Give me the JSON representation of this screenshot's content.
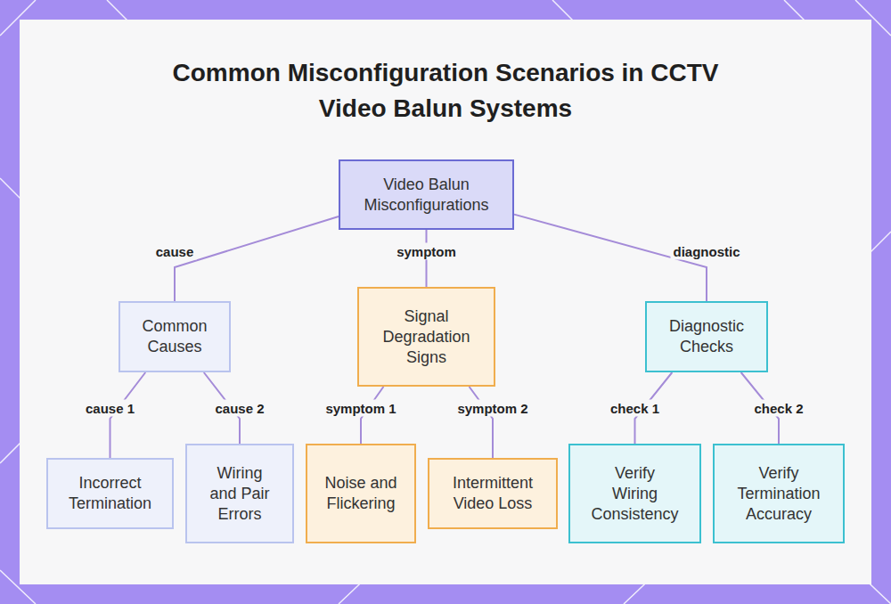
{
  "diagram": {
    "title": "Common Misconfiguration Scenarios in CCTV Video Balun Systems",
    "nodes": [
      {
        "text": [
          "Video Balun Misconfigurations"
        ]
      },
      {
        "text": [
          "Common Causes"
        ]
      },
      {
        "text": [
          "Signal Degradation Signs"
        ]
      },
      {
        "text": [
          "Diagnostic Checks"
        ]
      },
      {
        "text": [
          "Incorrect Termination"
        ]
      },
      {
        "text": [
          "Wiring and Pair Errors"
        ]
      },
      {
        "text": [
          "Noise and Flickering"
        ]
      },
      {
        "text": [
          "Intermittent Video Loss"
        ]
      },
      {
        "text": [
          "Verify Wiring Consistency"
        ]
      },
      {
        "text": [
          "Verify Termination Accuracy"
        ]
      }
    ],
    "edges": [
      {
        "from": 0,
        "to": 1,
        "label": "cause",
        "arrow": "none"
      },
      {
        "from": 0,
        "to": 2,
        "label": "symptom",
        "arrow": "none"
      },
      {
        "from": 0,
        "to": 3,
        "label": "diagnostic",
        "arrow": "none"
      },
      {
        "from": 1,
        "to": 4,
        "label": "cause 1",
        "arrow": "none"
      },
      {
        "from": 1,
        "to": 5,
        "label": "cause 2",
        "arrow": "none"
      },
      {
        "from": 2,
        "to": 6,
        "label": "symptom 1",
        "arrow": "none"
      },
      {
        "from": 2,
        "to": 7,
        "label": "symptom 2",
        "arrow": "none"
      },
      {
        "from": 3,
        "to": 8,
        "label": "check 1",
        "arrow": "none"
      },
      {
        "from": 3,
        "to": 9,
        "label": "check 2",
        "arrow": "none"
      }
    ]
  }
}
